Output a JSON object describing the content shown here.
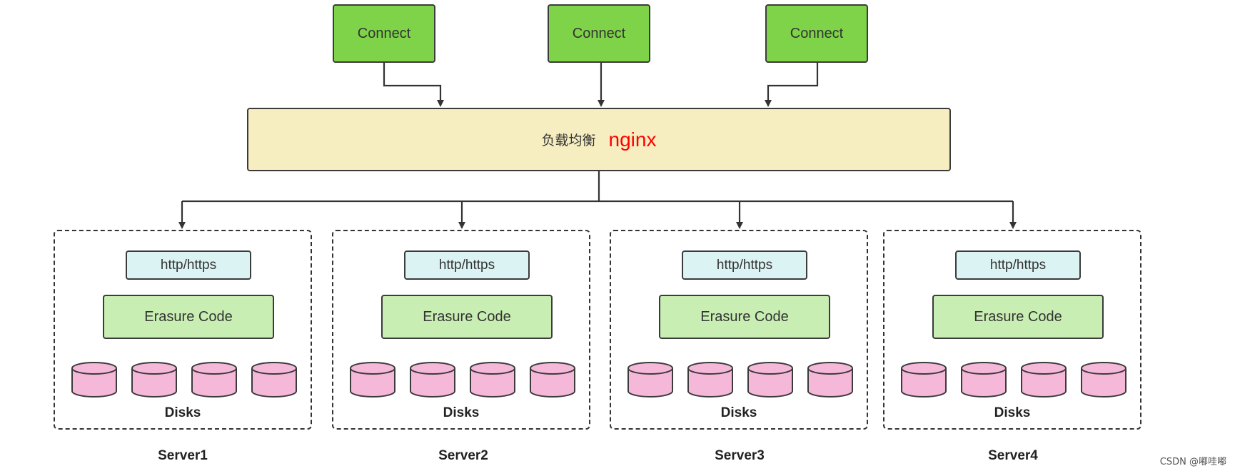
{
  "connect_nodes": [
    "Connect",
    "Connect",
    "Connect"
  ],
  "load_balancer": {
    "chinese_label": "负载均衡",
    "name": "nginx"
  },
  "servers": [
    {
      "name": "Server1",
      "protocol": "http/https",
      "engine": "Erasure Code",
      "disks_label": "Disks"
    },
    {
      "name": "Server2",
      "protocol": "http/https",
      "engine": "Erasure Code",
      "disks_label": "Disks"
    },
    {
      "name": "Server3",
      "protocol": "http/https",
      "engine": "Erasure Code",
      "disks_label": "Disks"
    },
    {
      "name": "Server4",
      "protocol": "http/https",
      "engine": "Erasure Code",
      "disks_label": "Disks"
    }
  ],
  "watermark": "CSDN @嘟哇嘟",
  "colors": {
    "connect_fill": "#7ed348",
    "load_balancer_fill": "#f6eec1",
    "nginx_text": "#ff0000",
    "protocol_fill": "#dbf3f3",
    "erasure_fill": "#c9eeb3",
    "disk_fill": "#f5b8d8",
    "stroke": "#3b3b3b"
  }
}
